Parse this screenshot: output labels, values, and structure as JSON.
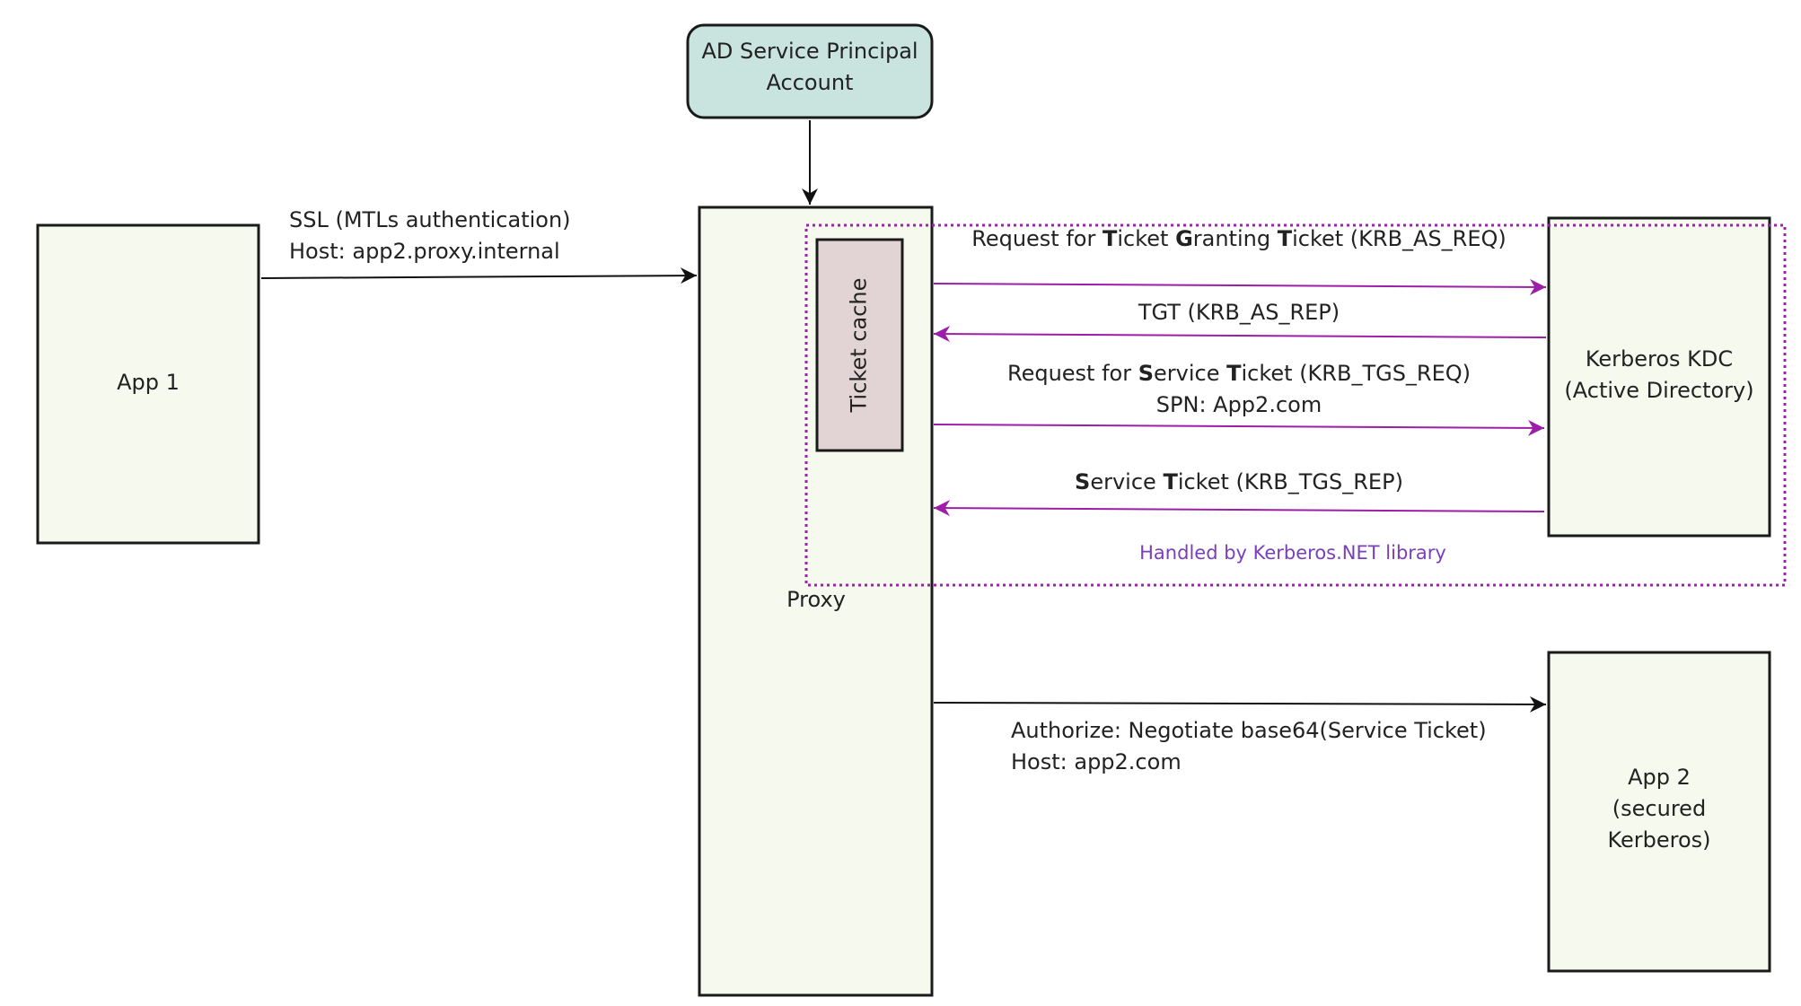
{
  "nodes": {
    "spn_account": {
      "line1": "AD Service Principal",
      "line2": "Account"
    },
    "app1": {
      "label": "App 1"
    },
    "proxy": {
      "label": "Proxy"
    },
    "ticket_cache": {
      "label": "Ticket cache"
    },
    "kdc": {
      "line1": "Kerberos KDC",
      "line2": "(Active Directory)"
    },
    "app2": {
      "line1": "App 2",
      "line2": "(secured",
      "line3": "Kerberos)"
    }
  },
  "edges": {
    "ssl": {
      "line1": "SSL (MTLs authentication)",
      "line2": "Host: app2.proxy.internal"
    },
    "as_req": {
      "seg1": "Request for ",
      "b1": "T",
      "seg2": "icket ",
      "b2": "G",
      "seg3": "ranting ",
      "b3": "T",
      "seg4": "icket (KRB_AS_REQ)"
    },
    "as_rep": {
      "label": "TGT (KRB_AS_REP)"
    },
    "tgs_req": {
      "seg1": "Request for ",
      "b1": "S",
      "seg2": "ervice ",
      "b2": "T",
      "seg3": "icket (KRB_TGS_REQ)",
      "line2": "SPN: App2.com"
    },
    "tgs_rep": {
      "b1": "S",
      "seg1": "ervice ",
      "b2": "T",
      "seg2": "icket (KRB_TGS_REP)"
    },
    "authorize": {
      "line1": "Authorize: Negotiate base64(Service Ticket)",
      "line2": "Host: app2.com"
    }
  },
  "group": {
    "label": "Handled by Kerberos.NET library"
  },
  "colors": {
    "box_fill": "#f5f9ee",
    "spn_fill": "#c9e4df",
    "cache_fill": "#e2d4d5",
    "kerberos_arrow": "#9c1fa8",
    "group_border": "#a020b0",
    "group_label": "#7a3fb8"
  }
}
